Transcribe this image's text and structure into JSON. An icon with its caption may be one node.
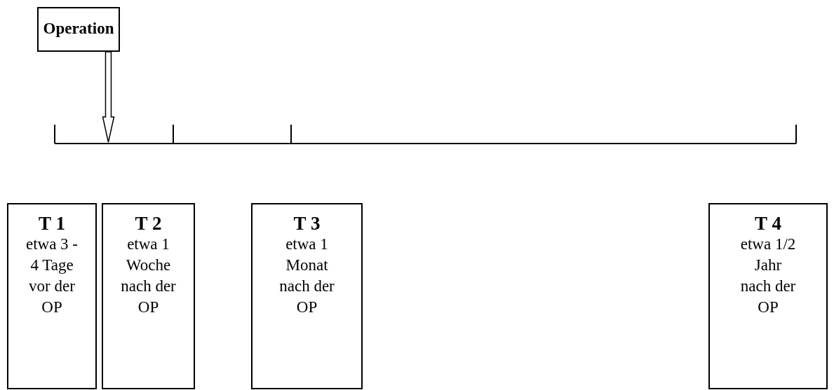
{
  "diagram": {
    "nodes": [
      {
        "text": [
          "Operation"
        ]
      },
      {
        "text": [],
        "shape": "bar"
      },
      {
        "text": [
          "T 1",
          "etwa 3 - 4 Tage vor der OP"
        ]
      },
      {
        "text": [
          "T 2",
          "etwa 1 Woche nach der OP"
        ]
      },
      {
        "text": [
          "T 3",
          "etwa 1 Monat nach der OP"
        ]
      },
      {
        "text": [
          "T 4",
          "etwa 1/2 Jahr nach der OP"
        ]
      }
    ],
    "edges": [
      {
        "from": 0,
        "to": 1,
        "arrow": "to"
      }
    ]
  }
}
